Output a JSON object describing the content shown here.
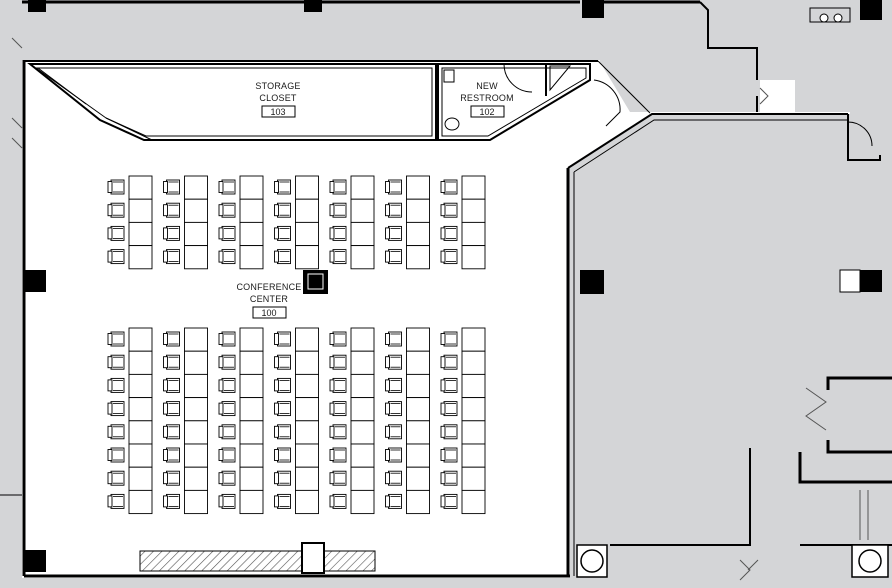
{
  "rooms": [
    {
      "id": "storage",
      "line1": "STORAGE",
      "line2": "CLOSET",
      "number": "103"
    },
    {
      "id": "restroom",
      "line1": "NEW",
      "line2": "RESTROOM",
      "number": "102"
    },
    {
      "id": "conference",
      "line1": "CONFERENCE",
      "line2": "CENTER",
      "number": "100"
    }
  ],
  "colors": {
    "wall": "#000000",
    "outside_area": "#d4d5d7",
    "floor": "#ffffff",
    "line": "#333333",
    "stage_hatch": "#555555"
  },
  "seating": {
    "columns": 7,
    "upper_block_rows": 4,
    "lower_block_rows": 8,
    "chairs_per_table": 1
  }
}
